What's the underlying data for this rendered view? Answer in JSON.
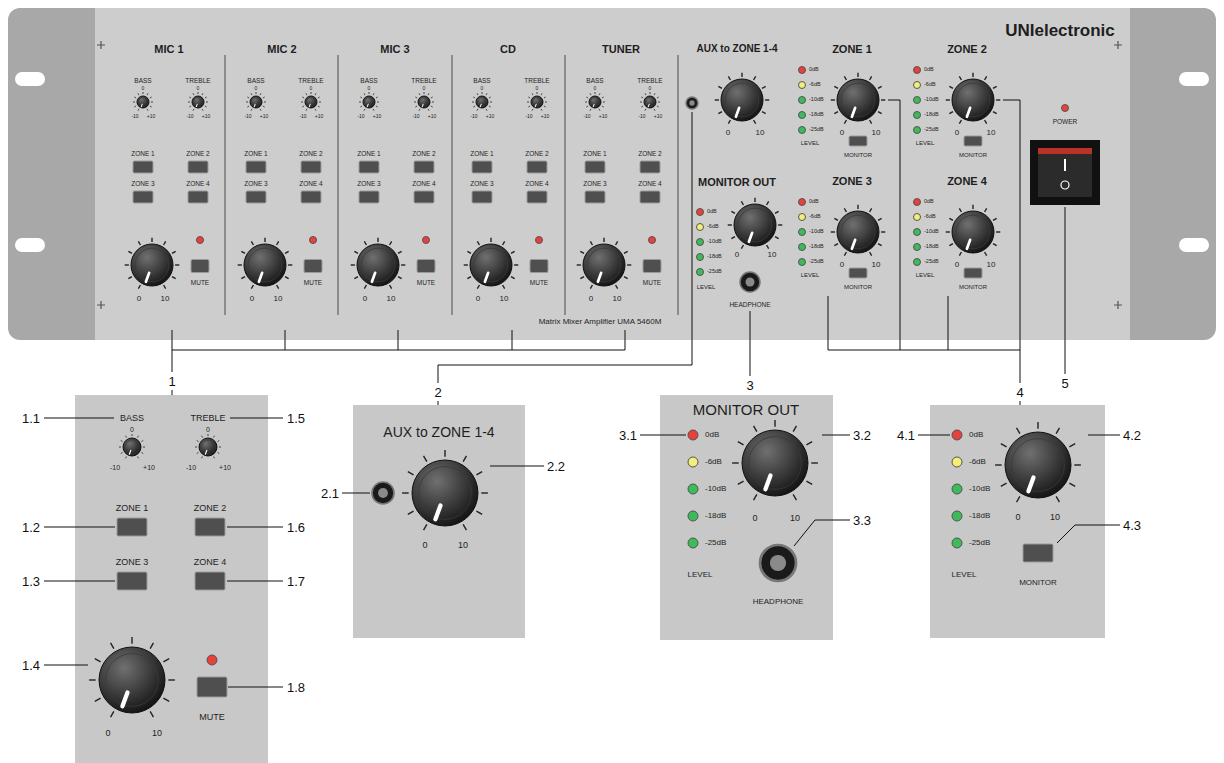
{
  "diagram": {
    "nodes": [
      {
        "text": [
          "UNIelectronic",
          "Matrix Mixer Amplifier UMA 5460M",
          "POWER"
        ]
      },
      {
        "text": [
          "MIC 1",
          "BASS",
          "0",
          "-10",
          "+10",
          "TREBLE",
          "0",
          "-10",
          "+10",
          "ZONE 1",
          "ZONE 2",
          "ZONE 3",
          "ZONE 4",
          "0",
          "10",
          "MUTE"
        ],
        "in": 0
      },
      {
        "text": [
          "MIC 2",
          "BASS",
          "0",
          "-10",
          "+10",
          "TREBLE",
          "0",
          "-10",
          "+10",
          "ZONE 1",
          "ZONE 2",
          "ZONE 3",
          "ZONE 4",
          "0",
          "10",
          "MUTE"
        ],
        "in": 0
      },
      {
        "text": [
          "MIC 3",
          "BASS",
          "0",
          "-10",
          "+10",
          "TREBLE",
          "0",
          "-10",
          "+10",
          "ZONE 1",
          "ZONE 2",
          "ZONE 3",
          "ZONE 4",
          "0",
          "10",
          "MUTE"
        ],
        "in": 0
      },
      {
        "text": [
          "CD",
          "BASS",
          "0",
          "-10",
          "+10",
          "TREBLE",
          "0",
          "-10",
          "+10",
          "ZONE 1",
          "ZONE 2",
          "ZONE 3",
          "ZONE 4",
          "0",
          "10",
          "MUTE"
        ],
        "in": 0
      },
      {
        "text": [
          "TUNER",
          "BASS",
          "0",
          "-10",
          "+10",
          "TREBLE",
          "0",
          "-10",
          "+10",
          "ZONE 1",
          "ZONE 2",
          "ZONE 3",
          "ZONE 4",
          "0",
          "10",
          "MUTE"
        ],
        "in": 0
      },
      {
        "text": [
          "AUX to ZONE 1-4",
          "0",
          "10"
        ],
        "in": 0
      },
      {
        "text": [
          "MONITOR OUT",
          "0dB",
          "-6dB",
          "-10dB",
          "-18dB",
          "-25dB",
          "LEVEL",
          "0",
          "10",
          "HEADPHONE"
        ],
        "in": 0
      },
      {
        "text": [
          "ZONE 1",
          "0dB",
          "-6dB",
          "-10dB",
          "-18dB",
          "-25dB",
          "LEVEL",
          "0",
          "10",
          "MONITOR"
        ],
        "in": 0
      },
      {
        "text": [
          "ZONE 2",
          "0dB",
          "-6dB",
          "-10dB",
          "-18dB",
          "-25dB",
          "LEVEL",
          "0",
          "10",
          "MONITOR"
        ],
        "in": 0
      },
      {
        "text": [
          "ZONE 3",
          "0dB",
          "-6dB",
          "-10dB",
          "-18dB",
          "-25dB",
          "LEVEL",
          "0",
          "10",
          "MONITOR"
        ],
        "in": 0
      },
      {
        "text": [
          "ZONE 4",
          "0dB",
          "-6dB",
          "-10dB",
          "-18dB",
          "-25dB",
          "LEVEL",
          "0",
          "10",
          "MONITOR"
        ],
        "in": 0
      },
      {
        "text": [
          "BASS",
          "0",
          "-10",
          "+10",
          "TREBLE",
          "0",
          "-10",
          "+10",
          "ZONE 1",
          "ZONE 2",
          "ZONE 3",
          "ZONE 4",
          "0",
          "10",
          "MUTE"
        ]
      },
      {
        "text": [
          "AUX to ZONE 1-4",
          "0",
          "10"
        ]
      },
      {
        "text": [
          "MONITOR OUT",
          "0dB",
          "-6dB",
          "-10dB",
          "-18dB",
          "-25dB",
          "LEVEL",
          "0",
          "10",
          "HEADPHONE"
        ]
      },
      {
        "text": [
          "0dB",
          "-6dB",
          "-10dB",
          "-18dB",
          "-25dB",
          "LEVEL",
          "0",
          "10",
          "MONITOR"
        ]
      }
    ],
    "labels": [
      "1",
      "2",
      "3",
      "4",
      "5",
      "1.1",
      "1.2",
      "1.3",
      "1.4",
      "1.5",
      "1.6",
      "1.7",
      "1.8",
      "2.1",
      "2.2",
      "3.1",
      "3.2",
      "3.3",
      "4.1",
      "4.2",
      "4.3"
    ]
  }
}
